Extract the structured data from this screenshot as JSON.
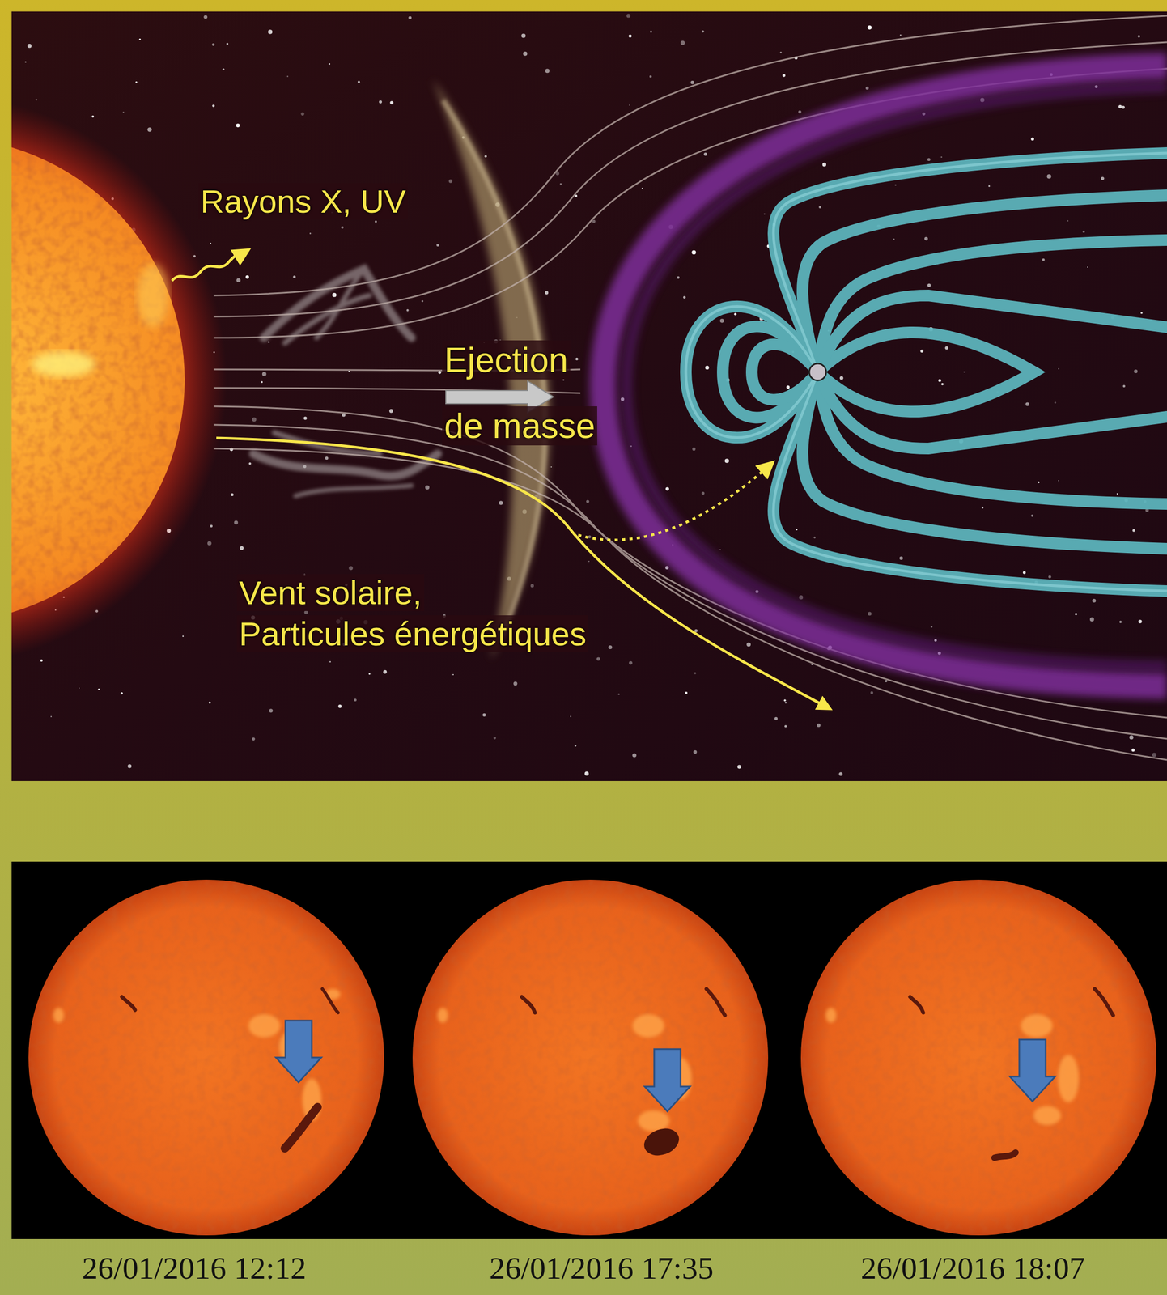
{
  "diagram": {
    "labels": [
      "Rayons X, UV",
      "Ejection de masse",
      "Vent solaire,",
      "Particules énergétiques",
      "26/01/2016 12:12",
      "26/01/2016 17:35",
      "26/01/2016 18:07"
    ]
  }
}
